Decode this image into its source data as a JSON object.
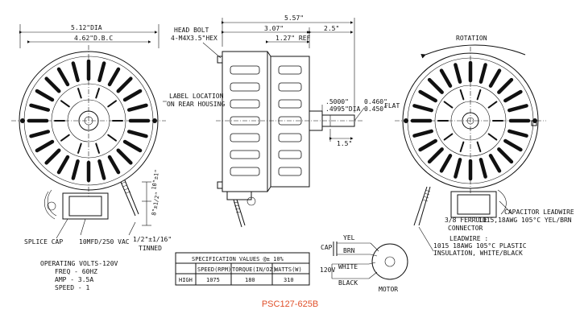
{
  "front_view": {
    "dia_label": "5.12\"DIA",
    "bc_label": "4.62\"D.B.C",
    "splice_cap": "SPLICE CAP",
    "capacitor_label": "10MFD/250 VAC",
    "lead_dim_1": "10\"±1\"",
    "lead_dim_2": "8\"±1/2\"",
    "strip_dim": "1/2\"±1/16\"",
    "tinned": "TINNED"
  },
  "side_view": {
    "overall_length": "5.57\"",
    "body_length": "3.07\"",
    "shaft_length": "2.5\"",
    "ref_length": "1.27\" REF",
    "shaft_dia_1": ".5000\"",
    "shaft_dia_2": ".4995\"DIA",
    "flat_1": "0.460\"",
    "flat_2": "0.450\"",
    "flat_word": "FLAT",
    "flat_length": "1.5\"",
    "head_bolt_1": "HEAD BOLT",
    "head_bolt_2": "4-M4X3.5\"HEX",
    "label_loc_1": "LABEL LOCATION",
    "label_loc_2": "ON REAR HOUSING"
  },
  "rear_view": {
    "rotation": "ROTATION",
    "cap_leadwire_1": "CAPACITOR LEADWIRE",
    "cap_leadwire_2": "1015,18AWG 105°C YEL/BRN",
    "ferrule_1": "3/8 FERRULE",
    "ferrule_2": "CONNECTOR",
    "leadwire_1": "LEADWIRE :",
    "leadwire_2": "1015 18AWG 105°C PLASTIC",
    "leadwire_3": "INSULATION, WHITE/BLACK"
  },
  "operating": {
    "volts": "OPERATING VOLTS-120V",
    "freq": "FREQ - 60HZ",
    "amp": "AMP - 3.5A",
    "speed": "SPEED - 1"
  },
  "spec_table": {
    "title": "SPECIFICATION VALUES @± 10%",
    "headers": [
      "SPEED(RPM)",
      "TORQUE(IN/OZ)",
      "WATTS(W)"
    ],
    "row_label": "HIGH",
    "values": [
      "1075",
      "180",
      "310"
    ]
  },
  "wiring": {
    "yel": "YEL",
    "cap": "CAP",
    "brn": "BRN",
    "white": "WHITE",
    "voltage": "120V",
    "black": "BLACK",
    "motor": "MOTOR"
  },
  "part_number": "PSC127-625B",
  "colors": {
    "line": "#111111",
    "part_number": "#e0502a"
  }
}
